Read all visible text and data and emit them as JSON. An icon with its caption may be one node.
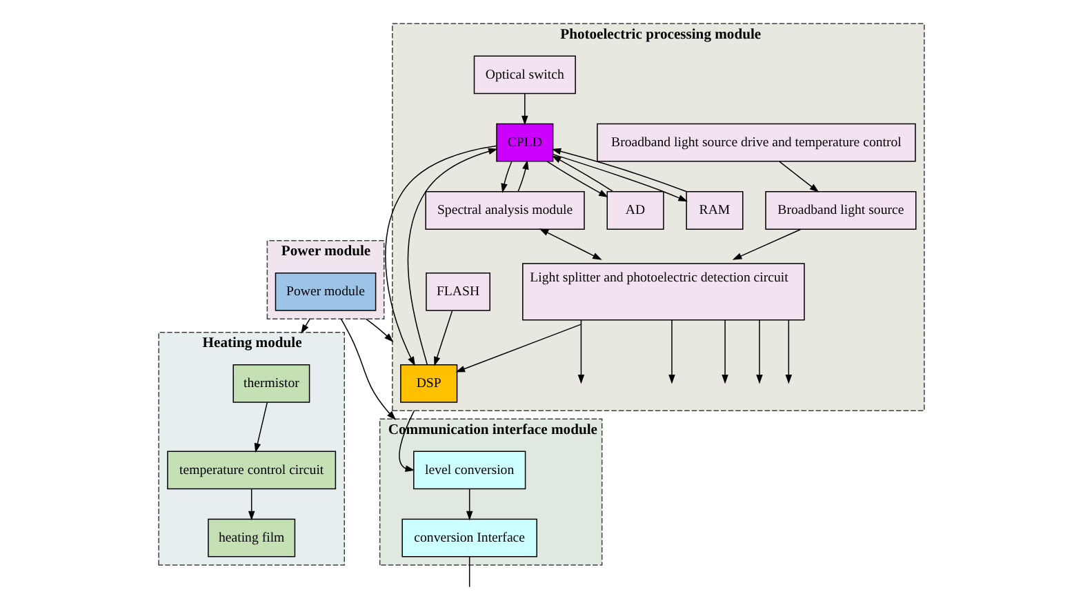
{
  "diagram": {
    "nodes": [
      {
        "text": [
          "Power module"
        ]
      },
      {
        "text": [
          "Power module"
        ],
        "in": 0
      },
      {
        "text": [
          "Heating module"
        ]
      },
      {
        "text": [
          "thermistor"
        ],
        "in": 2
      },
      {
        "text": [
          "temperature control circuit"
        ],
        "in": 2
      },
      {
        "text": [
          "heating film"
        ],
        "in": 2
      },
      {
        "text": [
          "Photoelectric processing module"
        ]
      },
      {
        "text": [
          "Optical switch"
        ],
        "in": 6
      },
      {
        "text": [
          "RAM"
        ],
        "in": 6
      },
      {
        "text": [
          "FLASH"
        ],
        "in": 6
      },
      {
        "text": [
          "Spectral analysis module"
        ],
        "in": 6
      },
      {
        "text": [
          "CPLD"
        ],
        "in": 6
      },
      {
        "text": [
          "DSP"
        ],
        "in": 6
      },
      {
        "text": [
          "AD"
        ],
        "in": 6
      },
      {
        "text": [
          "Broadband light source drive and temperature control"
        ],
        "in": 6
      },
      {
        "text": [
          "Broadband light source"
        ],
        "in": 6
      },
      {
        "text": [
          "Light splitter and photoelectric detection circuit"
        ],
        "in": 6
      },
      {
        "text": [
          "Communication interface module"
        ]
      },
      {
        "text": [
          "level conversion"
        ],
        "in": 17
      },
      {
        "text": [
          "conversion Interface"
        ],
        "in": 17
      }
    ],
    "edges": [
      {
        "from": 0,
        "to": 2,
        "arrow": "to"
      },
      {
        "from": 0,
        "to": 6,
        "arrow": "to"
      },
      {
        "from": 0,
        "to": 17,
        "arrow": "to"
      },
      {
        "from": 3,
        "to": 4,
        "arrow": "to"
      },
      {
        "from": 4,
        "to": 5,
        "arrow": "to"
      },
      {
        "from": 7,
        "to": 11,
        "arrow": "to"
      },
      {
        "from": 11,
        "to": 8,
        "arrow": "to"
      },
      {
        "from": 8,
        "to": 11,
        "arrow": "to"
      },
      {
        "from": 9,
        "to": 12,
        "arrow": "to"
      },
      {
        "from": 10,
        "to": 11,
        "arrow": "to"
      },
      {
        "from": 11,
        "to": 10,
        "arrow": "to"
      },
      {
        "from": 11,
        "to": 12,
        "arrow": "to"
      },
      {
        "from": 12,
        "to": 11,
        "arrow": "to"
      },
      {
        "from": 11,
        "to": 13,
        "arrow": "to"
      },
      {
        "from": 13,
        "to": 11,
        "arrow": "to"
      },
      {
        "from": 10,
        "to": 16,
        "arrow": "both"
      },
      {
        "from": 14,
        "to": 15,
        "arrow": "to"
      },
      {
        "from": 15,
        "to": 16,
        "arrow": "to"
      },
      {
        "from": 16,
        "to": 12,
        "arrow": "to"
      },
      {
        "from": 16,
        "to": null,
        "arrow": "to"
      },
      {
        "from": 16,
        "to": null,
        "arrow": "to"
      },
      {
        "from": 16,
        "to": null,
        "arrow": "to"
      },
      {
        "from": 16,
        "to": null,
        "arrow": "to"
      },
      {
        "from": 16,
        "to": null,
        "arrow": "to"
      },
      {
        "from": 6,
        "to": 18,
        "arrow": "to"
      },
      {
        "from": 18,
        "to": 19,
        "arrow": "to"
      },
      {
        "from": 19,
        "to": null,
        "arrow": "none"
      }
    ]
  }
}
